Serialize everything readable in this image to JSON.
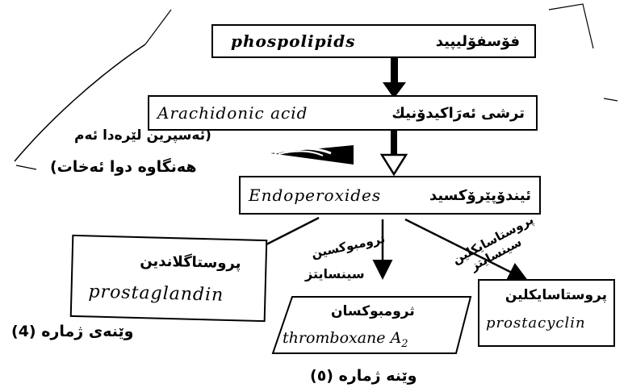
{
  "nodes": {
    "phospholipids": {
      "latin": "phospolipids",
      "native": "فۆسفۆليپيد"
    },
    "arachidonic": {
      "latin": "Arachidonic acid",
      "native": "ترشی ئەرَاکیدۆنیك"
    },
    "endoperoxides": {
      "latin": "Endoperoxides",
      "native": "ئیندۆپێرۆکسید"
    },
    "prostaglandin": {
      "latin": "prostaglandin",
      "native": "پروستاگلاندین"
    },
    "thromboxane": {
      "latin": "thromboxane A",
      "subscript": "2",
      "native": "ثرومبوکسان"
    },
    "prostacyclin": {
      "latin": "prostacyclin",
      "native": "پروستاسایکلین"
    }
  },
  "annotations": {
    "aspirin_line1": "(ئەسپرین لێرەدا ئەم",
    "aspirin_line2": "هەنگاوە دوا ئەخات)",
    "thromboxane_synthase": [
      "ثرومبوکسین",
      "سینسایتز"
    ],
    "prostacyclin_synthase": [
      "پروستاسایکلین",
      "سینسایتز"
    ]
  },
  "captions": {
    "figure4": "وێنەی ژمارە (4)",
    "figure5": "وێنە ژمارە (٥)"
  }
}
